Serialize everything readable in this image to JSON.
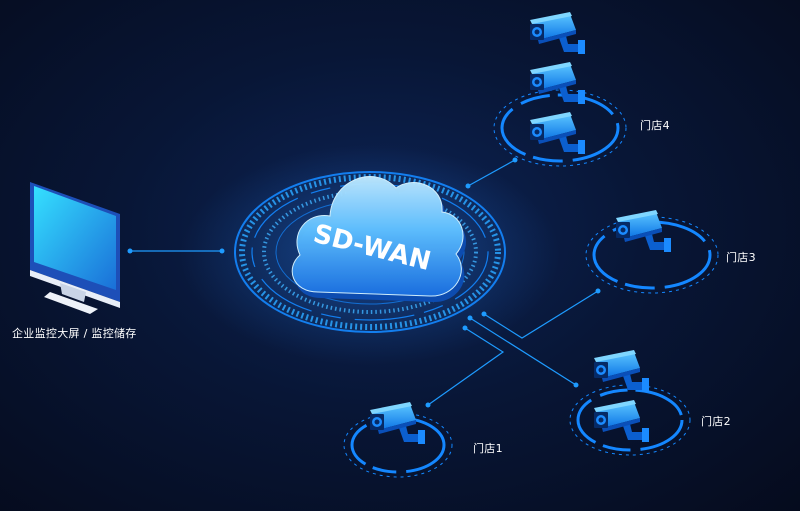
{
  "center": {
    "label": "SD-WAN"
  },
  "monitor": {
    "label": "企业监控大屏 / 监控储存"
  },
  "stores": [
    {
      "label": "门店4",
      "cameras": 3
    },
    {
      "label": "门店3",
      "cameras": 1
    },
    {
      "label": "门店2",
      "cameras": 2
    },
    {
      "label": "门店1",
      "cameras": 1
    }
  ],
  "colors": {
    "background": "#060d22",
    "accent": "#1e9bff",
    "ring": "#1487ff",
    "text": "#ffffff"
  }
}
